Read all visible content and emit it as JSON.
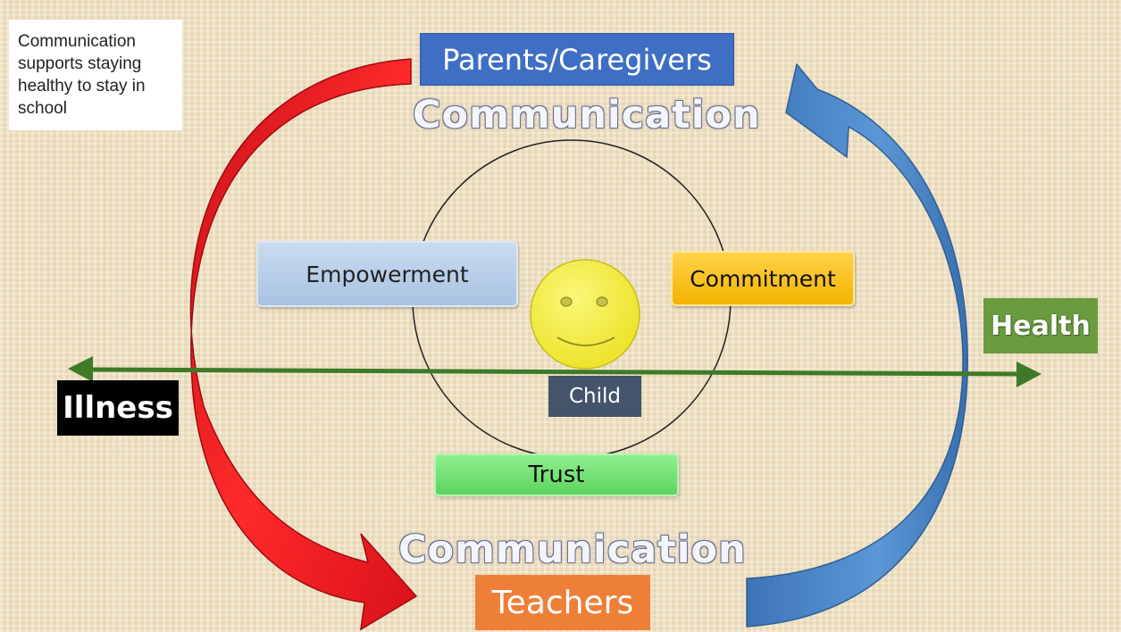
{
  "note": {
    "lines": [
      "Communication",
      "supports staying",
      "healthy to stay in",
      "school"
    ]
  },
  "labels": {
    "parents": "Parents/Caregivers",
    "communication_top": "Communication",
    "communication_bottom": "Communication",
    "teachers": "Teachers",
    "health": "Health",
    "illness": "Illness",
    "empowerment": "Empowerment",
    "commitment": "Commitment",
    "trust": "Trust",
    "child": "Child"
  },
  "icons": {
    "face": "smiley-face-icon",
    "red_arrow": "red-curved-arrow-icon",
    "blue_arrow": "blue-curved-arrow-icon",
    "axis": "double-headed-arrow-icon"
  },
  "colors": {
    "parents_box": "#3f6fc4",
    "teachers_box": "#ee7f38",
    "health_box": "#6a9c3f",
    "illness_box": "#000000",
    "empowerment_box": "#b8cfe8",
    "commitment_box": "#f9c21b",
    "trust_box": "#74e274",
    "child_box": "#44546a",
    "red_arrow": "#e0141e",
    "blue_arrow": "#4a86c8",
    "axis_arrow": "#3f7a28",
    "face": "#f5ef3a"
  }
}
